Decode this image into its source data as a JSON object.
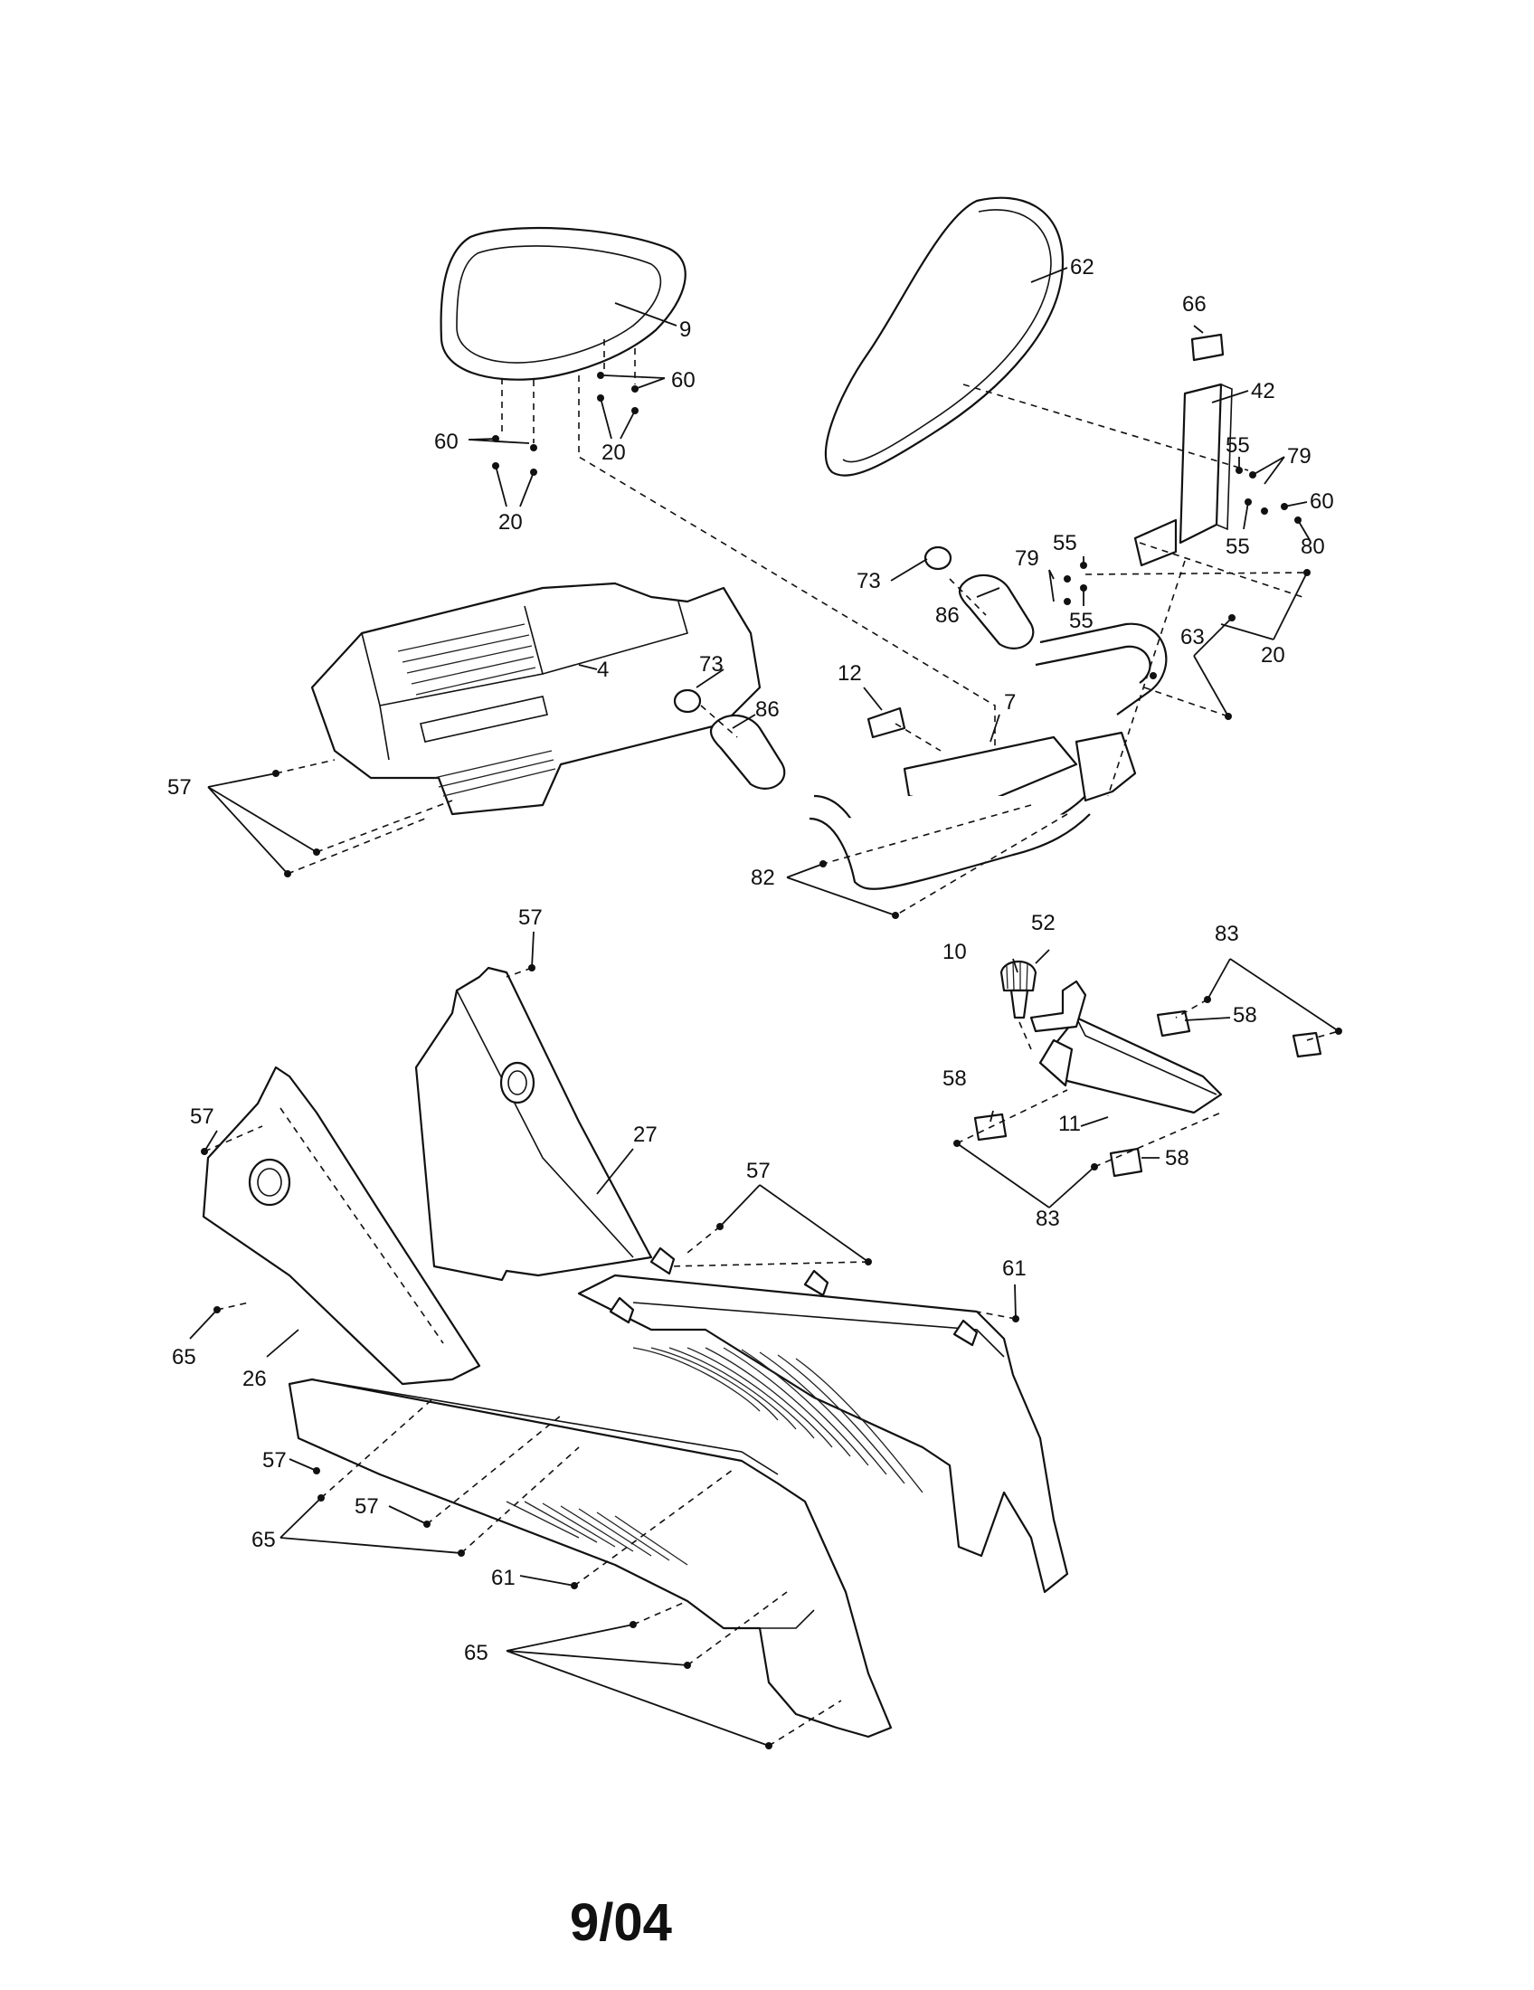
{
  "diagram": {
    "callouts": [
      {
        "id": "c62",
        "text": "62"
      },
      {
        "id": "c9",
        "text": "9"
      },
      {
        "id": "c60a",
        "text": "60"
      },
      {
        "id": "c60b",
        "text": "60"
      },
      {
        "id": "c20a",
        "text": "20"
      },
      {
        "id": "c20b",
        "text": "20"
      },
      {
        "id": "c66",
        "text": "66"
      },
      {
        "id": "c42",
        "text": "42"
      },
      {
        "id": "c55a",
        "text": "55"
      },
      {
        "id": "c79a",
        "text": "79"
      },
      {
        "id": "c60c",
        "text": "60"
      },
      {
        "id": "c55b",
        "text": "55"
      },
      {
        "id": "c80",
        "text": "80"
      },
      {
        "id": "c55c",
        "text": "55"
      },
      {
        "id": "c79b",
        "text": "79"
      },
      {
        "id": "c55d",
        "text": "55"
      },
      {
        "id": "c73a",
        "text": "73"
      },
      {
        "id": "c86a",
        "text": "86"
      },
      {
        "id": "c20c",
        "text": "20"
      },
      {
        "id": "c4",
        "text": "4"
      },
      {
        "id": "c63",
        "text": "63"
      },
      {
        "id": "c73b",
        "text": "73"
      },
      {
        "id": "c12",
        "text": "12"
      },
      {
        "id": "c86b",
        "text": "86"
      },
      {
        "id": "c7",
        "text": "7"
      },
      {
        "id": "c57a",
        "text": "57"
      },
      {
        "id": "c82",
        "text": "82"
      },
      {
        "id": "c57b",
        "text": "57"
      },
      {
        "id": "c52",
        "text": "52"
      },
      {
        "id": "c83a",
        "text": "83"
      },
      {
        "id": "c10",
        "text": "10"
      },
      {
        "id": "c58a",
        "text": "58"
      },
      {
        "id": "c58b",
        "text": "58"
      },
      {
        "id": "c11",
        "text": "11"
      },
      {
        "id": "c58c",
        "text": "58"
      },
      {
        "id": "c83b",
        "text": "83"
      },
      {
        "id": "c57c",
        "text": "57"
      },
      {
        "id": "c27",
        "text": "27"
      },
      {
        "id": "c57d",
        "text": "57"
      },
      {
        "id": "c61a",
        "text": "61"
      },
      {
        "id": "c65a",
        "text": "65"
      },
      {
        "id": "c26",
        "text": "26"
      },
      {
        "id": "c57e",
        "text": "57"
      },
      {
        "id": "c57f",
        "text": "57"
      },
      {
        "id": "c65b",
        "text": "65"
      },
      {
        "id": "c61b",
        "text": "61"
      },
      {
        "id": "c65c",
        "text": "65"
      }
    ]
  },
  "footer": {
    "date_code": "9/04"
  }
}
